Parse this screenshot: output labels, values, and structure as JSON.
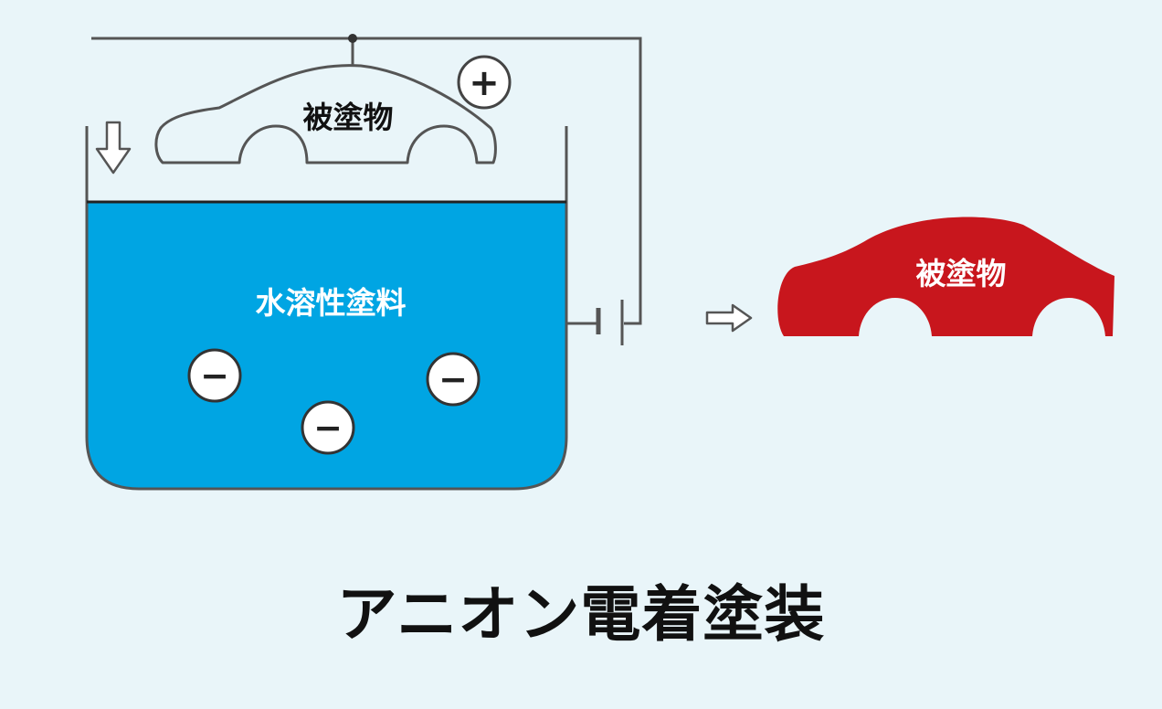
{
  "labels": {
    "workpiece_in_tank": "被塗物",
    "paint": "水溶性塗料",
    "workpiece_result": "被塗物",
    "positive_sign": "+",
    "negative_sign": "−"
  },
  "caption": "アニオン電着塗装",
  "colors": {
    "background": "#e9f5f9",
    "paint": "#00a5e3",
    "result_body": "#c8161d",
    "line": "#555555"
  },
  "icons": {
    "immersion_arrow": "down-arrow-icon",
    "process_arrow": "right-arrow-icon",
    "battery": "battery-icon"
  }
}
